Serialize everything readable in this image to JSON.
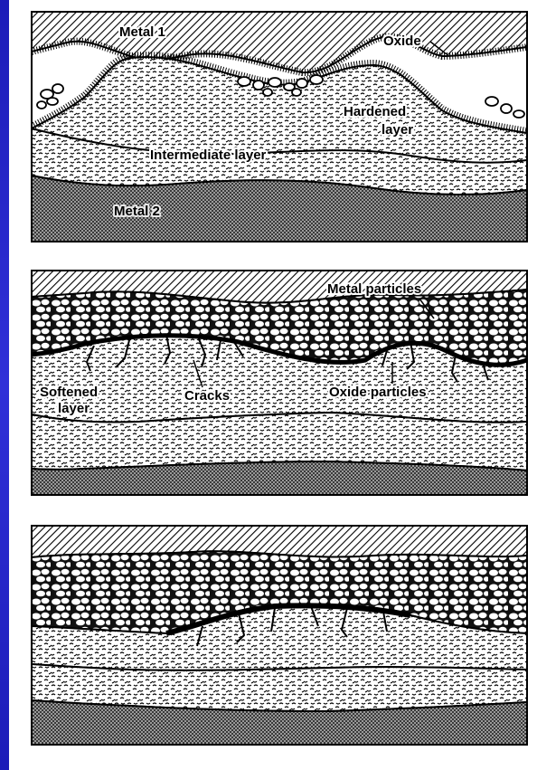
{
  "panels": [
    {
      "labels": {
        "metal1": "Metal 1",
        "oxide": "Oxide",
        "hardened": "Hardened",
        "layer": "layer",
        "intermediate": "Intermediate layer",
        "metal2": "Metal 2"
      }
    },
    {
      "labels": {
        "metal_particles": "Metal particles",
        "softened": "Softened",
        "layer": "layer",
        "cracks": "Cracks",
        "oxide_particles": "Oxide particles"
      }
    },
    {
      "labels": {}
    }
  ],
  "colors": {
    "background_stripe": "#2020c0",
    "ink": "#000000",
    "paper": "#ffffff"
  }
}
